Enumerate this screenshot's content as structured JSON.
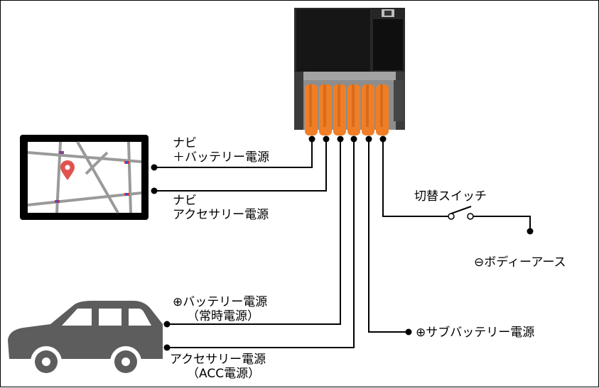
{
  "labels": {
    "navi_battery_1": "ナビ",
    "navi_battery_2": "＋バッテリー電源",
    "navi_acc_1": "ナビ",
    "navi_acc_2": "アクセサリー電源",
    "switch": "切替スイッチ",
    "body_earth": "⊖ボディーアース",
    "car_battery_1": "⊕バッテリー電源",
    "car_battery_2": "（常時電源）",
    "car_acc_1": "アクセサリー電源",
    "car_acc_2": "（ACC電源）",
    "sub_battery": "⊕サブバッテリー電源"
  },
  "icons": {
    "device": "relay-unit-icon",
    "navi": "navigation-map-icon",
    "pin": "location-pin-icon",
    "car": "car-icon"
  },
  "colors": {
    "orange": "#F07E26",
    "device_dark": "#1c1c1c",
    "car_gray": "#5d5d5d",
    "pin_red": "#e0534f",
    "map_road": "#9a9a9a"
  }
}
